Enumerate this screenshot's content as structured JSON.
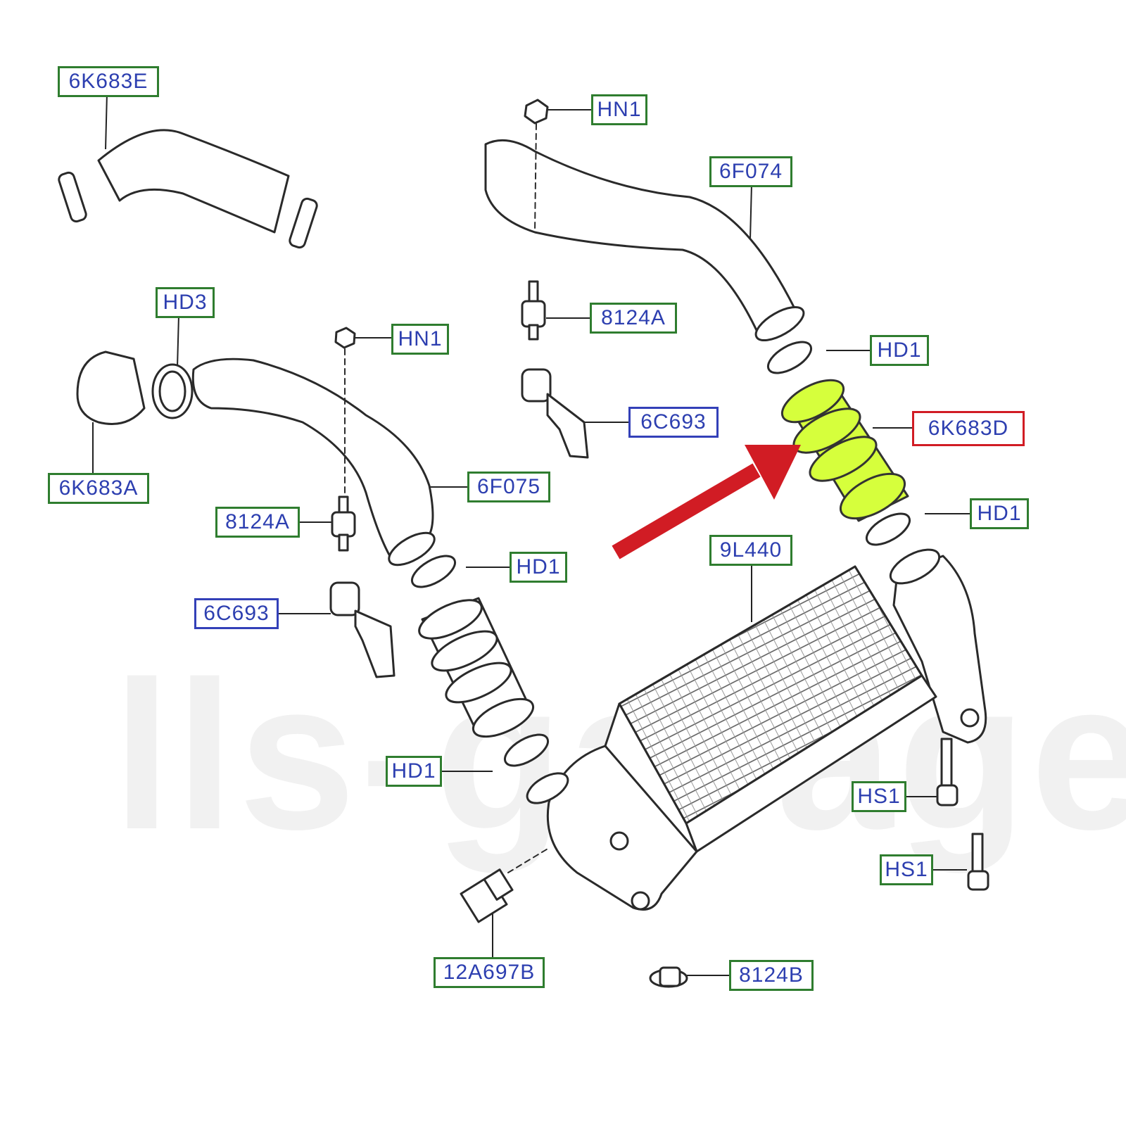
{
  "colors": {
    "label_border_default": "#2f7d2f",
    "label_border_blue": "#3340b8",
    "label_border_highlight": "#d11c24",
    "label_text": "#2d3fb0",
    "highlight_fill": "#d6ff3c",
    "arrow": "#d11c24"
  },
  "watermark": "lls-garageny",
  "highlighted_part": "6K683D",
  "labels": {
    "l_6K683E": "6K683E",
    "l_HN1_top": "HN1",
    "l_6F074": "6F074",
    "l_HD3": "HD3",
    "l_HN1_mid": "HN1",
    "l_8124A_top": "8124A",
    "l_HD1_top": "HD1",
    "l_6K683D": "6K683D",
    "l_6C693_right": "6C693",
    "l_6K683A": "6K683A",
    "l_6F075": "6F075",
    "l_8124A_left": "8124A",
    "l_HD1_right": "HD1",
    "l_HD1_mid": "HD1",
    "l_9L440": "9L440",
    "l_6C693_left": "6C693",
    "l_HD1_bottom": "HD1",
    "l_HS1_upper": "HS1",
    "l_HS1_lower": "HS1",
    "l_12A697B": "12A697B",
    "l_8124B": "8124B"
  }
}
